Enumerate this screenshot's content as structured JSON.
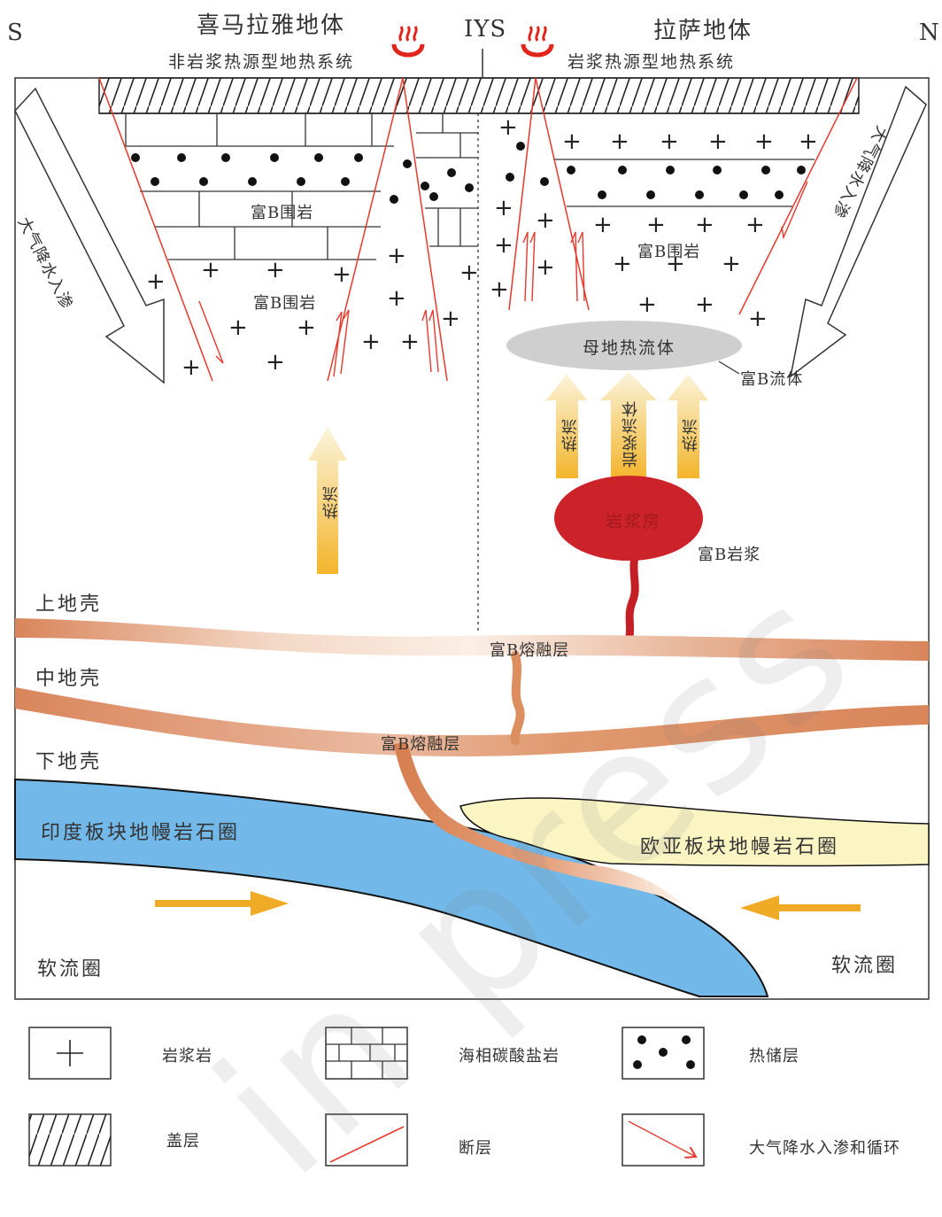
{
  "header": {
    "south": "S",
    "north": "N",
    "suture": "IYS",
    "left_block": "喜马拉雅地体",
    "left_system": "非岩浆热源型地热系统",
    "right_block": "拉萨地体",
    "right_system": "岩浆热源型地热系统"
  },
  "labels": {
    "rich_b_wallrock": "富B围岩",
    "rich_b_wallrock_lower": "富B围岩",
    "rich_b_wallrock_right": "富B围岩",
    "meteoric_left": "大气降水入渗",
    "meteoric_right": "大气降水入渗",
    "parent_fluid": "母地热流体",
    "rich_b_fluid": "富B流体",
    "heat_flow_left": "热流",
    "heat_flow_1": "热流",
    "magma_fluid": "岩浆流体",
    "heat_flow_2": "热流",
    "magma_chamber": "岩浆房",
    "rich_b_magma": "富B岩浆",
    "upper_crust": "上地壳",
    "middle_crust": "中地壳",
    "lower_crust": "下地壳",
    "melt_layer_1": "富B熔融层",
    "melt_layer_2": "富B熔融层",
    "indian_plate": "印度板块地幔岩石圈",
    "eurasian_plate": "欧亚板块地幔岩石圈",
    "asthenosphere_left": "软流圈",
    "asthenosphere_right": "软流圈"
  },
  "legend": [
    {
      "label": "岩浆岩",
      "icon": "plus-symbol-icon"
    },
    {
      "label": "海相碳酸盐岩",
      "icon": "brick-pattern-icon"
    },
    {
      "label": "热储层",
      "icon": "dot-pattern-icon"
    },
    {
      "label": "盖层",
      "icon": "hatch-pattern-icon"
    },
    {
      "label": "断层",
      "icon": "red-line-icon"
    },
    {
      "label": "大气降水入渗和循环",
      "icon": "red-arrow-icon"
    }
  ],
  "watermark": "in press",
  "colors": {
    "fault": "#e8372c",
    "magma": "#cc2229",
    "indian_plate": "#72b8e8",
    "eurasian_plate": "#fbf5c4",
    "melt": "#db8a5a",
    "heat_arrow": "#f3b733",
    "fluid_body": "#cfcfcf"
  }
}
